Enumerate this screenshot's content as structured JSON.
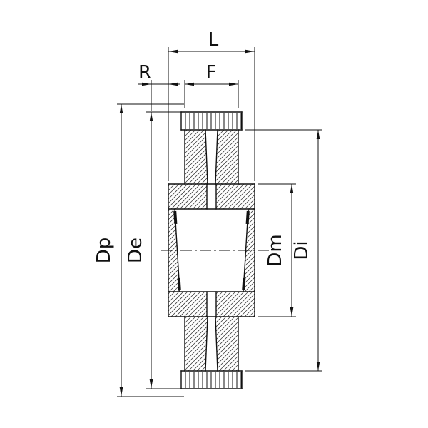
{
  "labels": {
    "dim_l": "L",
    "dim_r": "R",
    "dim_f": "F",
    "dim_dp": "Dp",
    "dim_de": "De",
    "dim_dm": "Dm",
    "dim_di": "Di"
  }
}
